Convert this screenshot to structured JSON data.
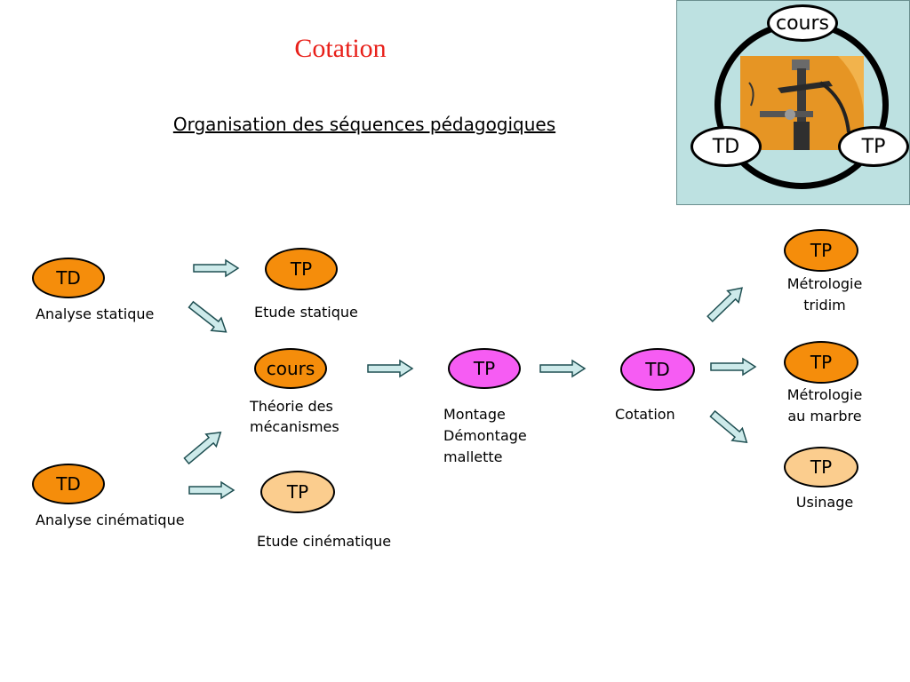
{
  "title": "Cotation",
  "subtitle": "Organisation des séquences pédagogiques",
  "inset": {
    "top": "cours",
    "left": "TD",
    "right": "TP"
  },
  "nodes": {
    "td_statique": "TD",
    "tp_statique": "TP",
    "cours": "cours",
    "td_cinematique": "TD",
    "tp_cinematique": "TP",
    "tp_montage": "TP",
    "td_cotation": "TD",
    "tp_tridim": "TP",
    "tp_marbre": "TP",
    "tp_usinage": "TP"
  },
  "labels": {
    "analyse_statique": "Analyse statique",
    "etude_statique": "Etude statique",
    "theorie_1": "Théorie des",
    "theorie_2": "mécanismes",
    "analyse_cinematique": "Analyse cinématique",
    "etude_cinematique": "Etude cinématique",
    "montage_1": "Montage",
    "montage_2": "Démontage",
    "montage_3": "mallette",
    "cotation": "Cotation",
    "tridim_1": "Métrologie",
    "tridim_2": "tridim",
    "marbre_1": "Métrologie",
    "marbre_2": "au marbre",
    "usinage": "Usinage"
  },
  "colors": {
    "orange": "#f58d0b",
    "peach": "#fbcd8e",
    "magenta": "#f65cf3",
    "arrow_fill": "#cdeaea",
    "title": "#e8201a"
  }
}
